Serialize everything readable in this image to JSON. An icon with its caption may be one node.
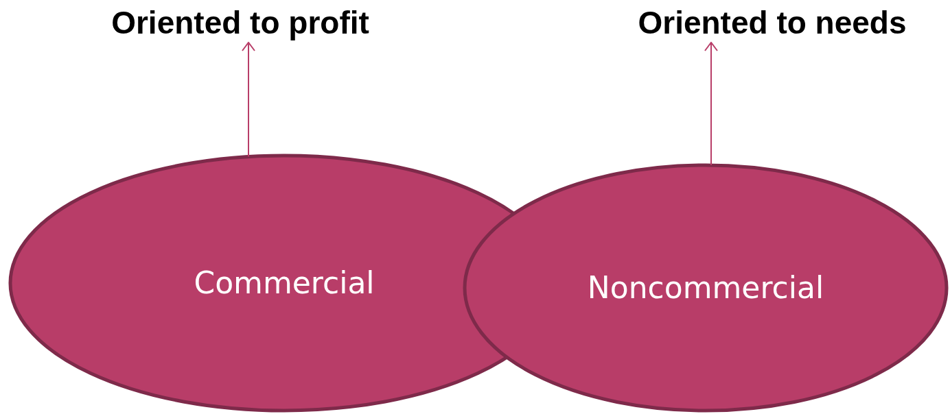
{
  "diagram": {
    "nodes": [
      {
        "text": [
          "Oriented to profit"
        ]
      },
      {
        "text": [
          "Oriented to needs"
        ]
      },
      {
        "text": [
          "Commercial"
        ]
      },
      {
        "text": [
          "Noncommercial"
        ]
      }
    ],
    "edges": [
      {
        "from": 2,
        "to": 0,
        "arrow": "to"
      },
      {
        "from": 3,
        "to": 1,
        "arrow": "to"
      }
    ]
  }
}
